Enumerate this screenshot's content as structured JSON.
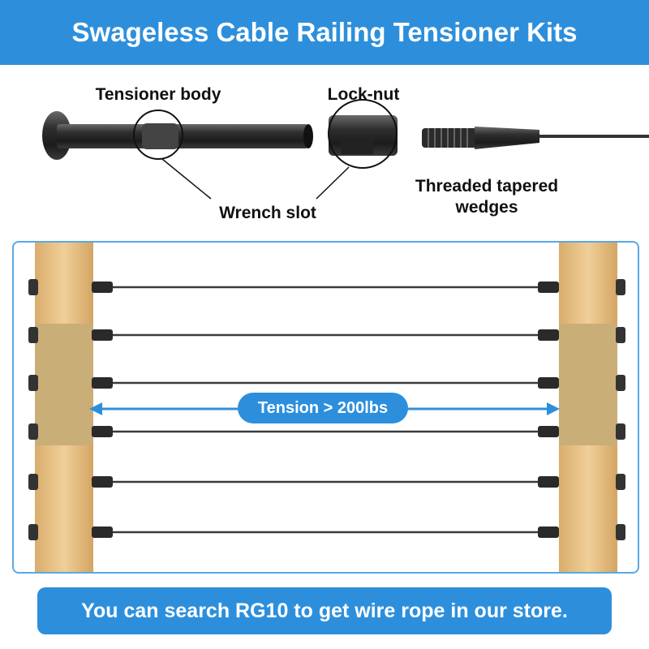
{
  "header": {
    "title": "Swageless Cable Railing Tensioner Kits"
  },
  "callouts": {
    "tensioner_body": "Tensioner body",
    "lock_nut": "Lock-nut",
    "wrench_slot": "Wrench slot",
    "wedges_line1": "Threaded tapered",
    "wedges_line2": "wedges"
  },
  "scene": {
    "tension_label": "Tension > 200lbs",
    "cable_count": 6
  },
  "footer": {
    "promo": "You can search RG10 to get wire rope in our store."
  },
  "colors": {
    "brand_blue": "#2d8fdc",
    "frame_blue": "#5aa8e6",
    "hardware": "#2a2a2a",
    "wood": "#e8c48c"
  }
}
